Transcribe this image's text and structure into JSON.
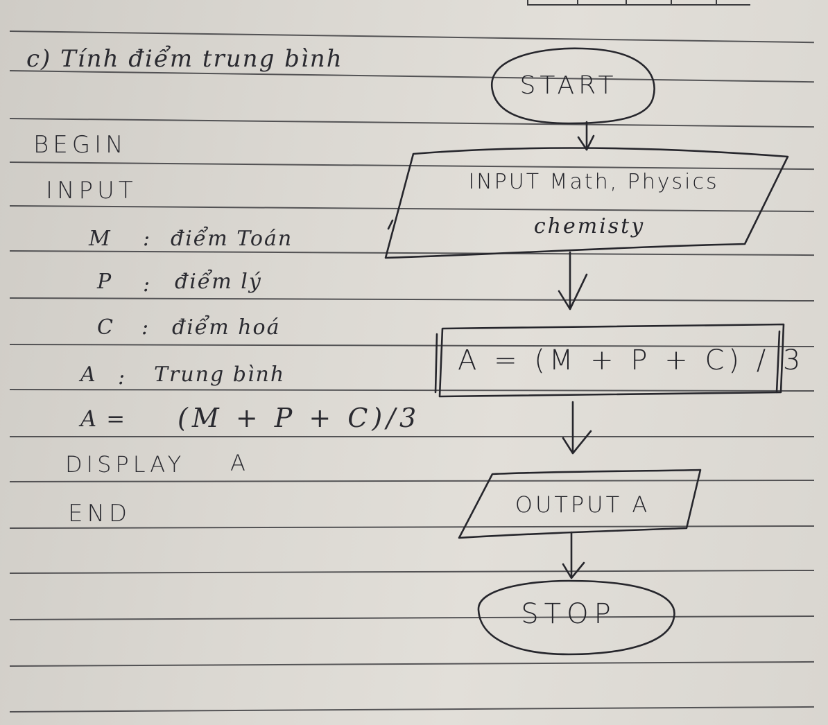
{
  "colors": {
    "paper": "#dedbd5",
    "ink": "#2a2a30",
    "rule": "#3b3b3e"
  },
  "heading": "c) Tính điểm trung bình",
  "pseudocode": {
    "begin": "BEGIN",
    "input": "INPUT",
    "vars": [
      {
        "name": "M",
        "sep": ":",
        "desc": "điểm Toán"
      },
      {
        "name": "P",
        "sep": ":",
        "desc": "điểm lý"
      },
      {
        "name": "C",
        "sep": ":",
        "desc": "điểm hoá"
      },
      {
        "name": "A",
        "sep": ":",
        "desc": "Trung bình"
      }
    ],
    "assign_lhs": "A =",
    "assign_rhs": "(M + P + C)/3",
    "display": "DISPLAY",
    "display_var": "A",
    "end": "END"
  },
  "flowchart": {
    "start": "START",
    "input_line1": "INPUT Math, Physics",
    "input_line2": "chemisty",
    "process": "A = (M + P + C) / 3",
    "output": "OUTPUT  A",
    "stop": "STOP"
  }
}
